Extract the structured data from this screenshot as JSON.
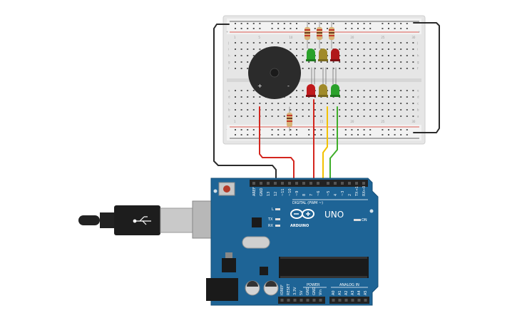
{
  "board": {
    "logo_text": "ARDUINO",
    "model_text": "UNO",
    "digital_label": "DIGITAL (PWM ~)",
    "power_label": "POWER",
    "analog_label": "ANALOG IN",
    "on_label": "ON",
    "led_l_label": "L",
    "tx_label": "TX",
    "rx_label": "RX",
    "digital_pins": [
      "AREF",
      "GND",
      "13",
      "12",
      "~11",
      "~10",
      "~9",
      "8",
      "7",
      "~6",
      "~5",
      "4",
      "~3",
      "2",
      "TX→1",
      "RX←0"
    ],
    "power_pins": [
      "IOREF",
      "RESET",
      "3.3V",
      "5V",
      "GND",
      "GND",
      "Vin"
    ],
    "analog_pins": [
      "A0",
      "A1",
      "A2",
      "A3",
      "A4",
      "A5"
    ]
  },
  "breadboard": {
    "rail_plus": "+",
    "rail_minus": "-",
    "column_numbers": [
      "1",
      "5",
      "10",
      "15",
      "20",
      "25",
      "30"
    ],
    "row_letters_top": [
      "j",
      "i",
      "h",
      "g",
      "f"
    ],
    "row_letters_bottom": [
      "e",
      "d",
      "c",
      "b",
      "a"
    ]
  },
  "buzzer": {
    "plus_label": "+",
    "minus_label": "-"
  },
  "colors": {
    "wire_black": "#2b2b2b",
    "wire_red": "#d4261e",
    "wire_yellow": "#f2c200",
    "wire_green": "#3fae2a",
    "board_blue": "#1e6496",
    "led_red": "#c0191c",
    "led_yellow": "#a08a2a",
    "led_green": "#2aa12a"
  }
}
